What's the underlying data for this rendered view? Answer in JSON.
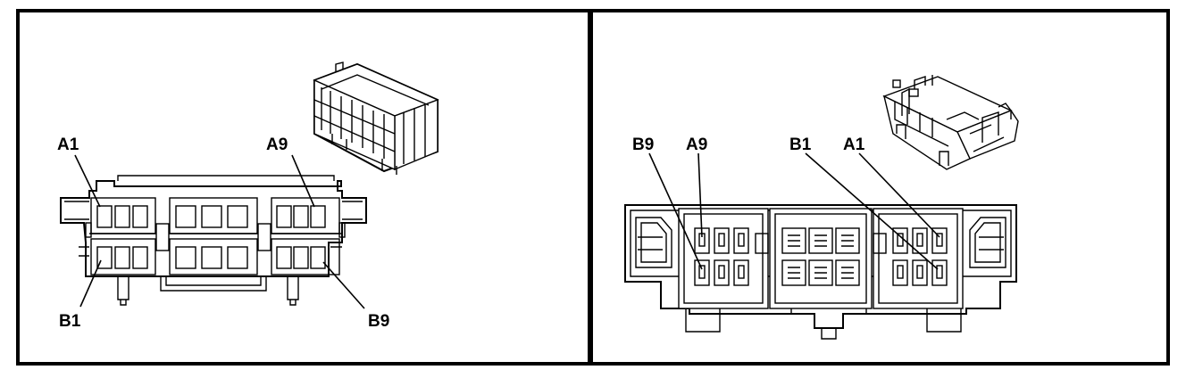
{
  "left_view": {
    "labels": {
      "a1": "A1",
      "a9": "A9",
      "b1": "B1",
      "b9": "B9"
    }
  },
  "right_view": {
    "labels": {
      "b9": "B9",
      "a9": "A9",
      "b1": "B1",
      "a1": "A1"
    }
  },
  "colors": {
    "line": "#000000",
    "background": "#ffffff"
  }
}
